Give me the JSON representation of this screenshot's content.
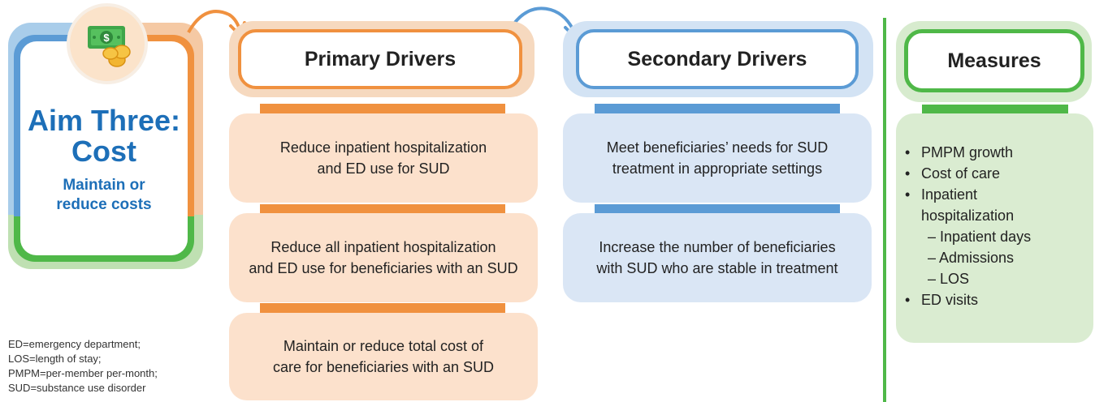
{
  "aim": {
    "title_line1": "Aim Three:",
    "title_line2": "Cost",
    "subtitle_line1": "Maintain or",
    "subtitle_line2": "reduce costs",
    "icon": "money-icon"
  },
  "abbreviations": [
    "ED=emergency department;",
    "LOS=length of stay;",
    "PMPM=per-member per-month;",
    "SUD=substance use disorder"
  ],
  "primary": {
    "header": "Primary Drivers",
    "items": [
      [
        "Reduce inpatient hospitalization",
        "and ED use for SUD"
      ],
      [
        "Reduce all inpatient hospitalization",
        "and ED use for beneficiaries with an SUD"
      ],
      [
        "Maintain or reduce total cost of",
        "care for beneficiaries with an SUD"
      ]
    ]
  },
  "secondary": {
    "header": "Secondary Drivers",
    "items": [
      [
        "Meet beneficiaries’ needs for SUD",
        "treatment in appropriate settings"
      ],
      [
        "Increase the number of beneficiaries",
        "with SUD who are stable in treatment"
      ]
    ]
  },
  "measures": {
    "header": "Measures",
    "lines": [
      {
        "bullet": "•",
        "text": "PMPM growth"
      },
      {
        "bullet": "•",
        "text": "Cost of care"
      },
      {
        "bullet": "•",
        "text": "Inpatient"
      },
      {
        "bullet": "",
        "text": "hospitalization"
      },
      {
        "bullet": "",
        "text": "– Inpatient days",
        "sub": true
      },
      {
        "bullet": "",
        "text": "– Admissions",
        "sub": true
      },
      {
        "bullet": "",
        "text": "– LOS",
        "sub": true
      },
      {
        "bullet": "•",
        "text": "ED visits"
      }
    ]
  },
  "colors": {
    "blue": "#5b9bd5",
    "orange": "#f0913f",
    "green": "#4fb848",
    "aim_text": "#1d6fb8"
  }
}
